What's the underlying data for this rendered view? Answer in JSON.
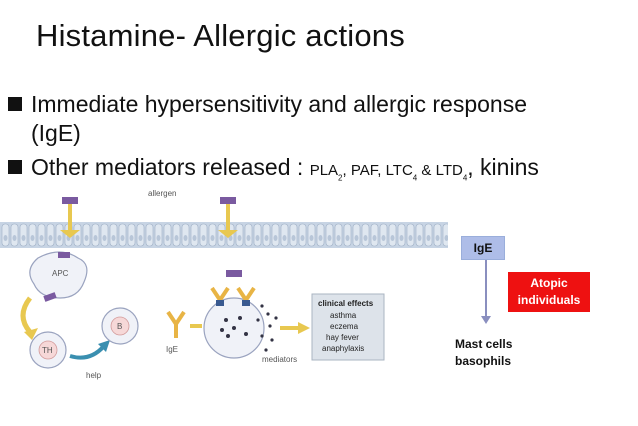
{
  "title": "Histamine- Allergic actions",
  "bullets": {
    "b1_line1": "Immediate hypersensitivity and allergic response",
    "b1_line2": "(IgE)",
    "b2_main": "Other mediators released : ",
    "b2_pla": "PLA",
    "b2_pla_sub": "2",
    "b2_paf": ", PAF, LTC",
    "b2_ltc_sub": "4",
    "b2_amp": " & LTD",
    "b2_ltd_sub": "4",
    "b2_end": ", kinins"
  },
  "diagram": {
    "allergen": "allergen",
    "apc": "APC",
    "th": "TH",
    "help": "help",
    "b": "B",
    "ige": "IgE",
    "mediators": "mediators",
    "clinical": {
      "heading": "clinical effects",
      "items": [
        "asthma",
        "eczema",
        "hay fever",
        "anaphylaxis"
      ]
    }
  },
  "side": {
    "ige": "IgE",
    "atopic_l1": "Atopic",
    "atopic_l2": "individuals",
    "mast_l1": "Mast cells",
    "mast_l2": "basophils"
  },
  "colors": {
    "atopic_bg": "#ee1111",
    "ige_bg": "#aebde8",
    "receptor": "#7a5aa0",
    "antibody": "#e8b445",
    "membrane": "#c7d4e4",
    "arrow": "#e8c850"
  }
}
